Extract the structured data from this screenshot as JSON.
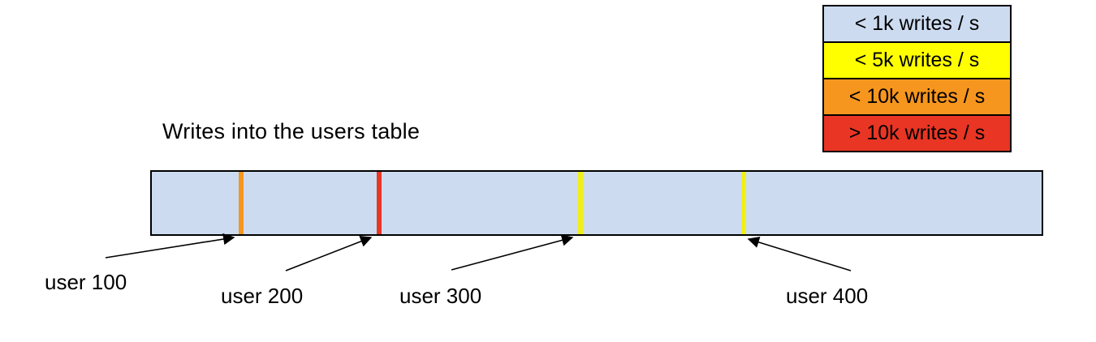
{
  "title": "Writes into the users table",
  "legend": {
    "items": [
      {
        "label": "< 1k writes / s",
        "color": "#ccdbf0"
      },
      {
        "label": "< 5k writes / s",
        "color": "#ffff00"
      },
      {
        "label": "< 10k writes / s",
        "color": "#f6961e"
      },
      {
        "label": "> 10k writes / s",
        "color": "#e93524"
      }
    ]
  },
  "bar": {
    "description": "users table keyspace",
    "fill": "#ccdbf0",
    "border_color": "#000000",
    "markers": [
      {
        "id": "user-100",
        "category": "< 10k writes / s",
        "color": "#f6961e",
        "position_pct": 9.8
      },
      {
        "id": "user-200",
        "category": "> 10k writes / s",
        "color": "#e93524",
        "position_pct": 25.3
      },
      {
        "id": "user-300",
        "category": "< 5k writes / s",
        "color": "#f2ef15",
        "position_pct": 47.9
      },
      {
        "id": "user-400",
        "category": "< 5k writes / s",
        "color": "#f2ef15",
        "position_pct": 66.2
      }
    ]
  },
  "callouts": [
    {
      "label": "user 100"
    },
    {
      "label": "user 200"
    },
    {
      "label": "user 300"
    },
    {
      "label": "user 400"
    }
  ]
}
